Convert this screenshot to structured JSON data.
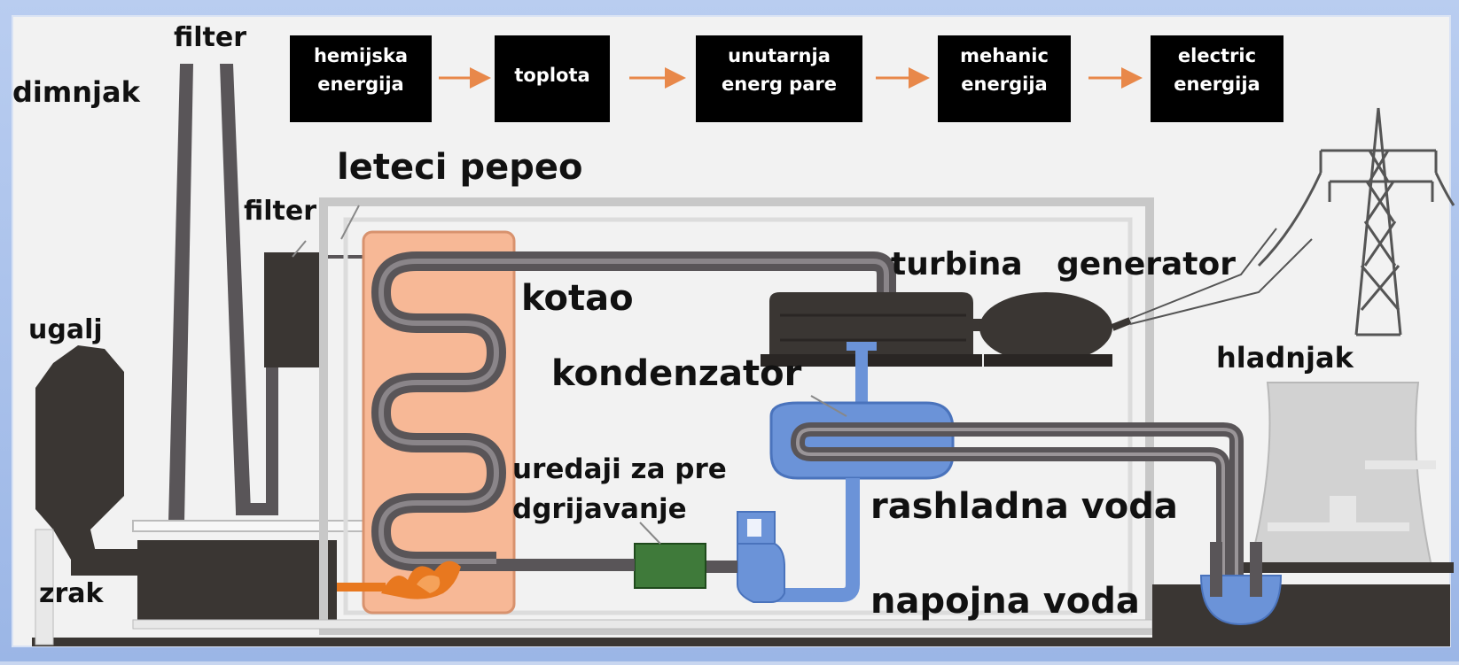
{
  "process_chain": [
    {
      "line1": "hemijska",
      "line2": "energija"
    },
    {
      "line1": "toplota",
      "line2": ""
    },
    {
      "line1": "unutarnja",
      "line2": "energ pare"
    },
    {
      "line1": "mehanic",
      "line2": "energija"
    },
    {
      "line1": "electric",
      "line2": "energija"
    }
  ],
  "labels": {
    "filter_top": "filter",
    "dimnjak": "dimnjak",
    "leteci_pepeo": "leteci pepeo",
    "filter_mid": "filter",
    "ugalj": "ugalj",
    "kotao": "kotao",
    "turbina": "turbina",
    "generator": "generator",
    "kondenzator": "kondenzator",
    "hladnjak": "hladnjak",
    "uredaji_line1": "uredaji za pre",
    "uredaji_line2": "dgrijavanje",
    "rashladna_voda": "rashladna voda",
    "napojna_voda": "napojna voda",
    "zrak": "zrak"
  },
  "colors": {
    "boiler": "#f7b896",
    "pipe": "#595558",
    "machine": "#3a3633",
    "condenser": "#6b93d8",
    "heater": "#3f7a3a",
    "flame": "#e8781f",
    "arrow": "#e8884a",
    "chain_box": "#000000"
  }
}
